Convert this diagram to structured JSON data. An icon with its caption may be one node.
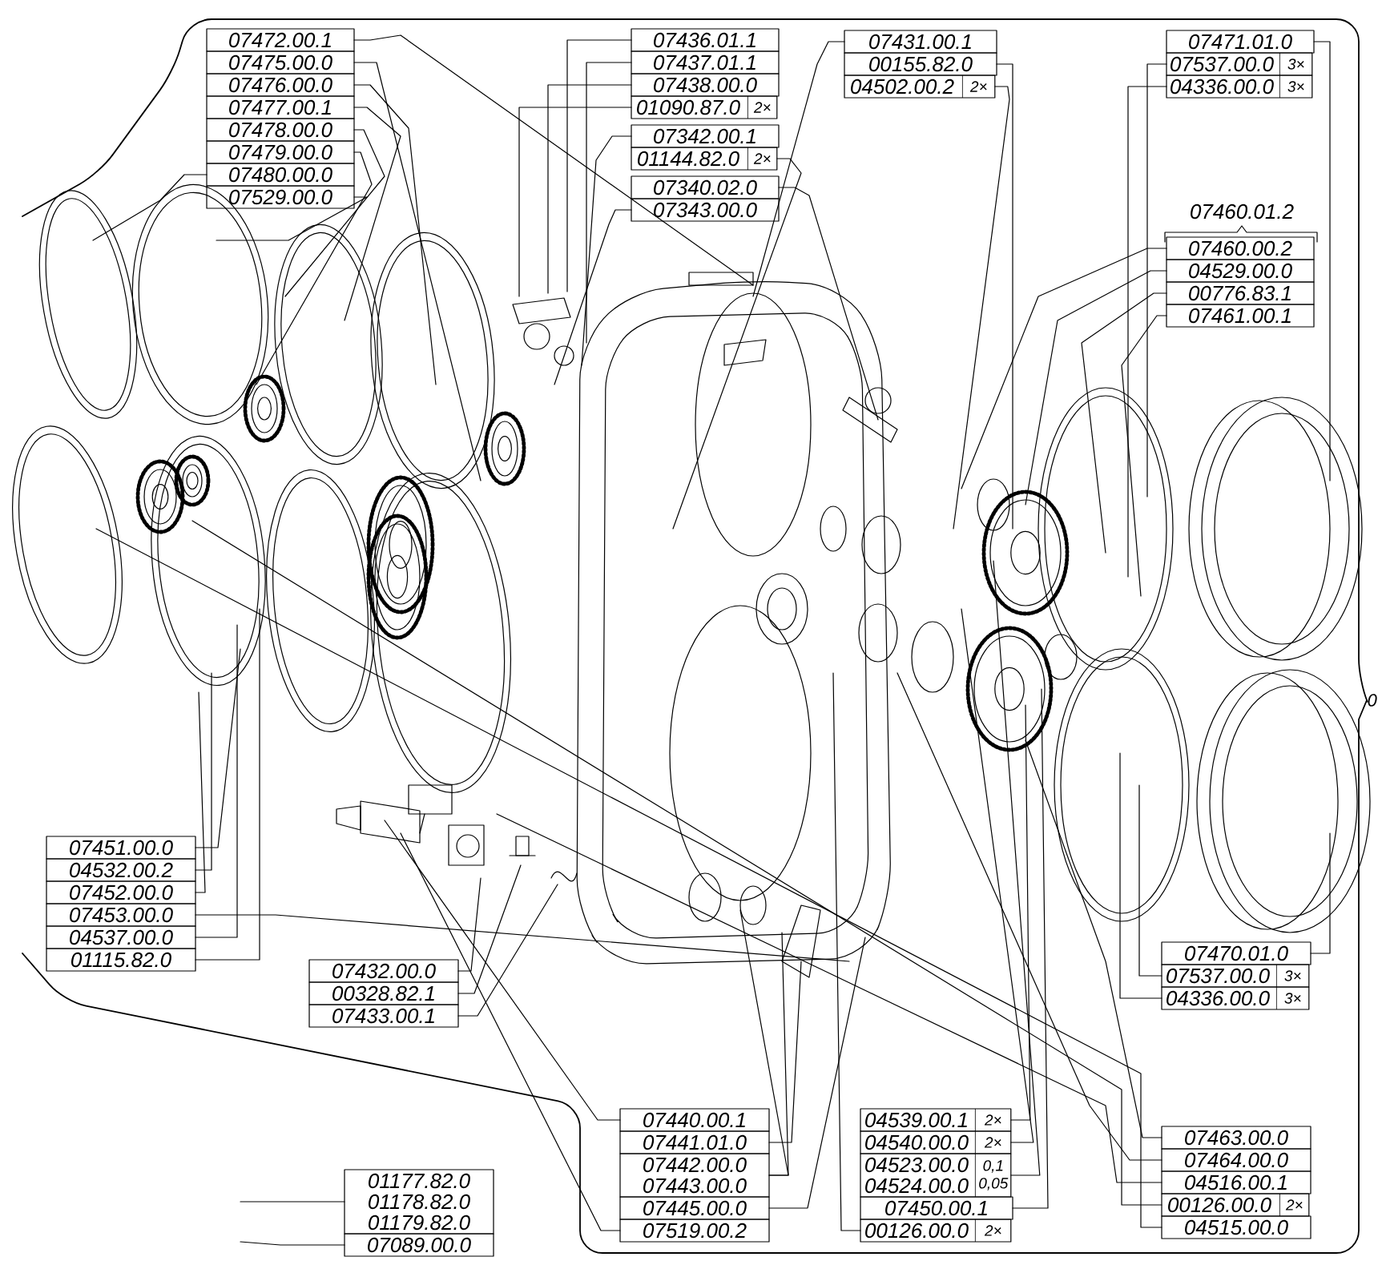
{
  "diagram": {
    "nodes": [
      {
        "text": [
          "07472.00.1"
        ]
      },
      {
        "text": [
          "07475.00.0"
        ]
      },
      {
        "text": [
          "07476.00.0"
        ]
      },
      {
        "text": [
          "07477.00.1"
        ]
      },
      {
        "text": [
          "07478.00.0"
        ]
      },
      {
        "text": [
          "07479.00.0"
        ]
      },
      {
        "text": [
          "07480.00.0"
        ]
      },
      {
        "text": [
          "07529.00.0"
        ]
      },
      {
        "text": [
          "07436.01.1"
        ]
      },
      {
        "text": [
          "07437.01.1"
        ]
      },
      {
        "text": [
          "07438.00.0"
        ]
      },
      {
        "text": [
          "01090.87.0",
          "2×"
        ]
      },
      {
        "text": [
          "07342.00.1"
        ]
      },
      {
        "text": [
          "01144.82.0",
          "2×"
        ]
      },
      {
        "text": [
          "07340.02.0"
        ]
      },
      {
        "text": [
          "07343.00.0"
        ]
      },
      {
        "text": [
          "07431.00.1"
        ]
      },
      {
        "text": [
          "00155.82.0"
        ]
      },
      {
        "text": [
          "04502.00.2",
          "2×"
        ]
      },
      {
        "text": [
          "07471.01.0"
        ]
      },
      {
        "text": [
          "07537.00.0",
          "3×"
        ]
      },
      {
        "text": [
          "04336.00.0",
          "3×"
        ]
      },
      {
        "text": [
          "07460.00.2"
        ]
      },
      {
        "text": [
          "04529.00.0"
        ]
      },
      {
        "text": [
          "00776.83.1"
        ]
      },
      {
        "text": [
          "07461.00.1"
        ]
      },
      {
        "text": [
          "07451.00.0"
        ]
      },
      {
        "text": [
          "04532.00.2"
        ]
      },
      {
        "text": [
          "07452.00.0"
        ]
      },
      {
        "text": [
          "07453.00.0"
        ]
      },
      {
        "text": [
          "04537.00.0"
        ]
      },
      {
        "text": [
          "01115.82.0"
        ]
      },
      {
        "text": [
          "07432.00.0"
        ]
      },
      {
        "text": [
          "00328.82.1"
        ]
      },
      {
        "text": [
          "07433.00.1"
        ]
      },
      {
        "text": [
          "07470.01.0"
        ]
      },
      {
        "text": [
          "07537.00.0",
          "3×"
        ]
      },
      {
        "text": [
          "04336.00.0",
          "3×"
        ]
      },
      {
        "text": [
          "07440.00.1"
        ]
      },
      {
        "text": [
          "07441.01.0"
        ]
      },
      {
        "text": [
          "07442.00.0 07443.00.0"
        ]
      },
      {
        "text": [
          "07445.00.0"
        ]
      },
      {
        "text": [
          "07519.00.2"
        ]
      },
      {
        "text": [
          "04539.00.1",
          "2×"
        ]
      },
      {
        "text": [
          "04540.00.0",
          "2×"
        ]
      },
      {
        "text": [
          "04523.00.0 04524.00.0",
          "0,1 0,05"
        ]
      },
      {
        "text": [
          "07450.00.1"
        ]
      },
      {
        "text": [
          "00126.00.0",
          "2×"
        ]
      },
      {
        "text": [
          "07463.00.0"
        ]
      },
      {
        "text": [
          "07464.00.0"
        ]
      },
      {
        "text": [
          "04516.00.1"
        ]
      },
      {
        "text": [
          "00126.00.0",
          "2×"
        ]
      },
      {
        "text": [
          "04515.00.0"
        ]
      },
      {
        "text": [
          "01177.82.0 01178.82.0 01179.82.0"
        ]
      },
      {
        "text": [
          "07089.00.0"
        ]
      }
    ],
    "edges": [
      {
        "from": 0,
        "to": null,
        "arrow": "none"
      },
      {
        "from": 1,
        "to": null,
        "arrow": "none"
      },
      {
        "from": 2,
        "to": null,
        "arrow": "none"
      },
      {
        "from": 3,
        "to": null,
        "arrow": "none"
      },
      {
        "from": 4,
        "to": null,
        "arrow": "none"
      },
      {
        "from": 5,
        "to": null,
        "arrow": "none"
      },
      {
        "from": 6,
        "to": null,
        "arrow": "none"
      },
      {
        "from": 7,
        "to": null,
        "arrow": "none"
      },
      {
        "from": 8,
        "to": null,
        "arrow": "none"
      },
      {
        "from": 9,
        "to": null,
        "arrow": "none"
      },
      {
        "from": 10,
        "to": null,
        "arrow": "none"
      },
      {
        "from": 11,
        "to": null,
        "arrow": "none"
      },
      {
        "from": 12,
        "to": null,
        "arrow": "none"
      },
      {
        "from": 13,
        "to": null,
        "arrow": "none"
      },
      {
        "from": 14,
        "to": null,
        "arrow": "none"
      },
      {
        "from": 15,
        "to": null,
        "arrow": "none"
      },
      {
        "from": 16,
        "to": null,
        "arrow": "none"
      },
      {
        "from": 17,
        "to": null,
        "arrow": "none"
      },
      {
        "from": 18,
        "to": null,
        "arrow": "none"
      },
      {
        "from": 19,
        "to": null,
        "arrow": "none"
      },
      {
        "from": 20,
        "to": null,
        "arrow": "none"
      },
      {
        "from": 21,
        "to": null,
        "arrow": "none"
      },
      {
        "from": 22,
        "to": null,
        "arrow": "none"
      },
      {
        "from": 23,
        "to": null,
        "arrow": "none"
      },
      {
        "from": 24,
        "to": null,
        "arrow": "none"
      },
      {
        "from": 25,
        "to": null,
        "arrow": "none"
      },
      {
        "from": 26,
        "to": null,
        "arrow": "none"
      },
      {
        "from": 27,
        "to": null,
        "arrow": "none"
      },
      {
        "from": 28,
        "to": null,
        "arrow": "none"
      },
      {
        "from": 29,
        "to": null,
        "arrow": "none"
      },
      {
        "from": 30,
        "to": null,
        "arrow": "none"
      },
      {
        "from": 31,
        "to": null,
        "arrow": "none"
      },
      {
        "from": 32,
        "to": null,
        "arrow": "none"
      },
      {
        "from": 33,
        "to": null,
        "arrow": "none"
      },
      {
        "from": 34,
        "to": null,
        "arrow": "none"
      },
      {
        "from": 35,
        "to": null,
        "arrow": "none"
      },
      {
        "from": 36,
        "to": null,
        "arrow": "none"
      },
      {
        "from": 37,
        "to": null,
        "arrow": "none"
      },
      {
        "from": 38,
        "to": null,
        "arrow": "none"
      },
      {
        "from": 39,
        "to": null,
        "arrow": "none"
      },
      {
        "from": 40,
        "to": null,
        "arrow": "none"
      },
      {
        "from": 40,
        "to": null,
        "arrow": "none"
      },
      {
        "from": 41,
        "to": null,
        "arrow": "none"
      },
      {
        "from": 42,
        "to": null,
        "arrow": "none"
      },
      {
        "from": 43,
        "to": null,
        "arrow": "none"
      },
      {
        "from": 44,
        "to": null,
        "arrow": "none"
      },
      {
        "from": 45,
        "to": null,
        "arrow": "none"
      },
      {
        "from": 46,
        "to": null,
        "arrow": "none"
      },
      {
        "from": 47,
        "to": null,
        "arrow": "none"
      },
      {
        "from": 48,
        "to": null,
        "arrow": "none"
      },
      {
        "from": 49,
        "to": null,
        "arrow": "none"
      },
      {
        "from": 50,
        "to": null,
        "arrow": "none"
      },
      {
        "from": 51,
        "to": null,
        "arrow": "none"
      },
      {
        "from": 52,
        "to": null,
        "arrow": "none"
      },
      {
        "from": 53,
        "to": null,
        "arrow": "none"
      },
      {
        "from": 54,
        "to": null,
        "arrow": "none"
      }
    ],
    "labels": [
      "07460.01.2",
      "0"
    ]
  }
}
